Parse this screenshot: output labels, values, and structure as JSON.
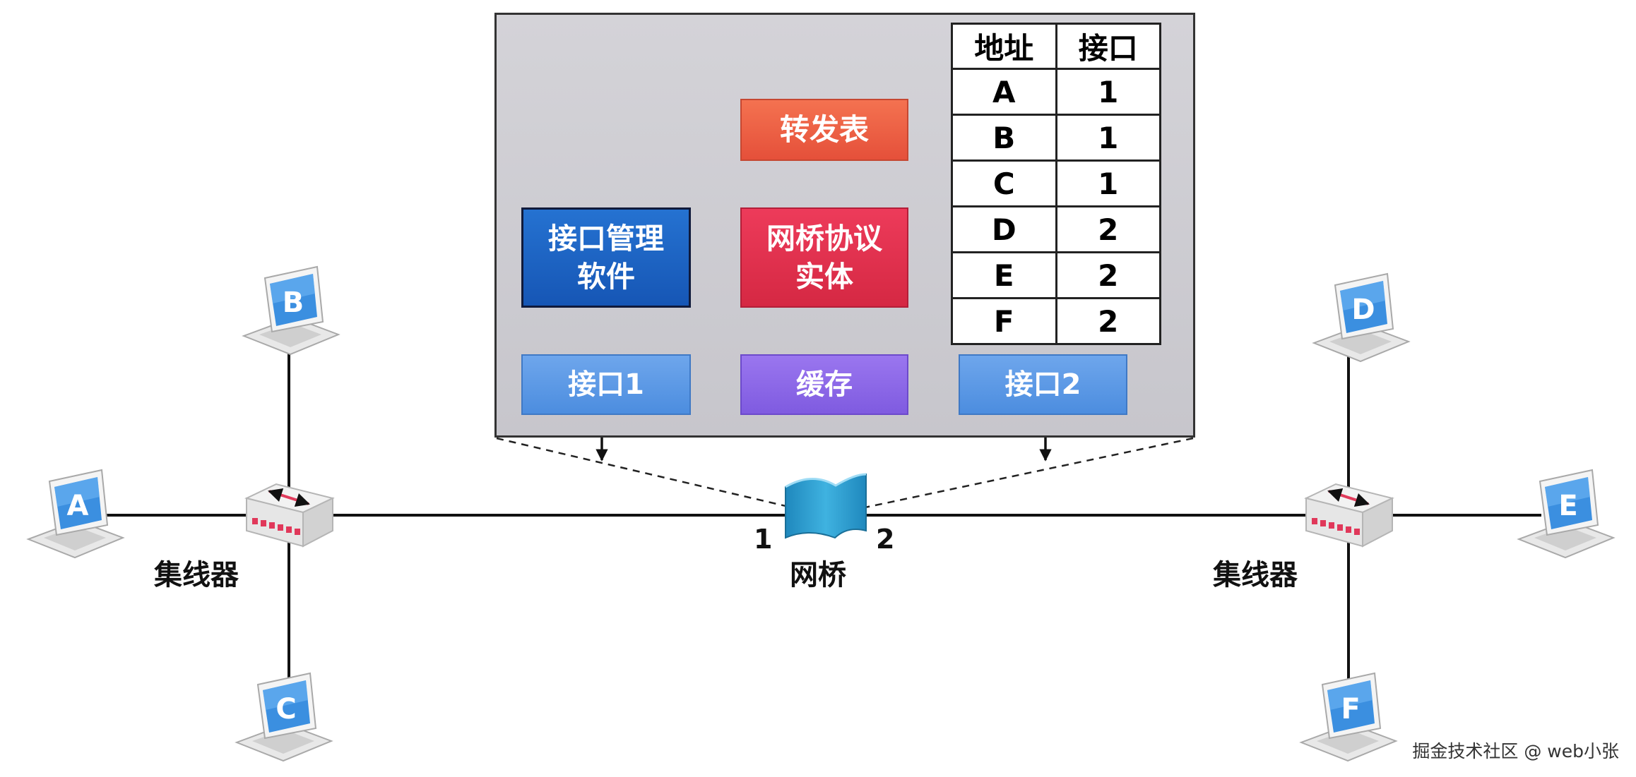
{
  "panel": {
    "forwarding_table_block": "转发表",
    "interface_mgmt": [
      "接口管理",
      "软件"
    ],
    "protocol_entity": [
      "网桥协议",
      "实体"
    ],
    "port1": "接口1",
    "buffer": "缓存",
    "port2": "接口2"
  },
  "table": {
    "headers": [
      "地址",
      "接口"
    ],
    "rows": [
      [
        "A",
        "1"
      ],
      [
        "B",
        "1"
      ],
      [
        "C",
        "1"
      ],
      [
        "D",
        "2"
      ],
      [
        "E",
        "2"
      ],
      [
        "F",
        "2"
      ]
    ]
  },
  "network": {
    "bridge_label": "网桥",
    "bridge_port_left": "1",
    "bridge_port_right": "2",
    "hub_left_label": "集线器",
    "hub_right_label": "集线器",
    "hosts": [
      "A",
      "B",
      "C",
      "D",
      "E",
      "F"
    ]
  },
  "colors": {
    "laptop_screen": "#3b8fe0",
    "forward_block": "#ef5f46",
    "mgmt_block": "#1e63c4",
    "entity_block": "#e0324f",
    "port_block": "#5d99e6",
    "buffer_block": "#8b67e8",
    "bridge": "#2a9ccc"
  },
  "watermark": "掘金技术社区 @ web小张"
}
